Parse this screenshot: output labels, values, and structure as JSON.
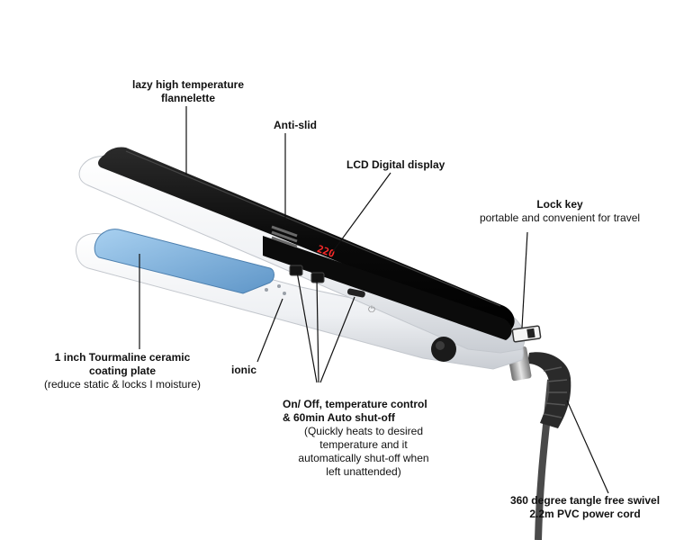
{
  "product": {
    "display_reading": "220",
    "power_symbol": "⏻"
  },
  "callouts": {
    "flannelette": {
      "line1": "lazy high temperature",
      "line2": "flannelette"
    },
    "anti_slid": {
      "text": "Anti-slid"
    },
    "lcd": {
      "text": "LCD Digital display"
    },
    "lock_key": {
      "title": "Lock key",
      "desc": "portable and convenient for travel"
    },
    "plate": {
      "line1": "1 inch Tourmaline ceramic",
      "line2": "coating  plate",
      "line3": "(reduce static & locks I moisture)"
    },
    "ionic": {
      "text": "ionic"
    },
    "controls": {
      "line1": "On/ Off, temperature control",
      "line2": "& 60min  Auto shut-off",
      "line3": "(Quickly heats to desired",
      "line4": "temperature and it",
      "line5": "automatically shut-off when",
      "line6": "left unattended)"
    },
    "swivel": {
      "line1": "360 degree tangle free swivel",
      "line2": "2.2m PVC power cord"
    }
  },
  "colors": {
    "body_white": "#f3f4f6",
    "black_panel": "#121212",
    "blue_plate": "#7fb3de",
    "lcd_red": "#ff2a2a",
    "cord": "#2a2a2a"
  }
}
